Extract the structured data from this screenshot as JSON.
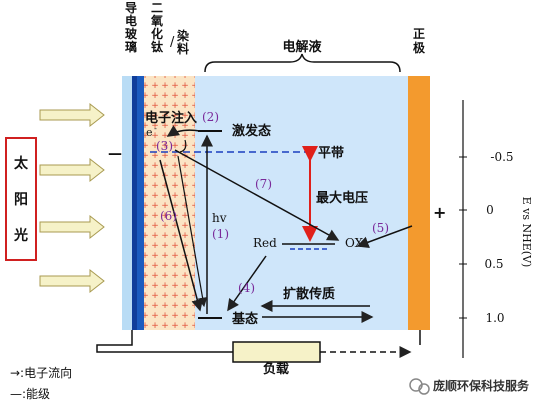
{
  "layers": {
    "glass": "导电玻璃",
    "tio2": "二氧化钛",
    "dye": "染料",
    "electrolyte": "电解液",
    "counter_electrode": "正极"
  },
  "sunlight_label": "太阳光",
  "levels": {
    "excited": "激发态",
    "flat_band": "平带",
    "ground": "基态",
    "red": "Red",
    "ox": "OX",
    "hv": "hv"
  },
  "processes": {
    "injection": "电子注入",
    "p1": "(1)",
    "p2": "(2)",
    "p3": "(3)",
    "p4": "(4)",
    "p5": "(5)",
    "p6": "(6)",
    "p7": "(7)",
    "electron": "e"
  },
  "labels": {
    "max_voltage": "最大电压",
    "diffusion": "扩散传质",
    "minus": "—",
    "plus": "+",
    "load": "负载"
  },
  "axis": {
    "title": "E vs NHE(V)",
    "ticks": [
      "-0.5",
      "0",
      "0.5",
      "1.0"
    ]
  },
  "legend": {
    "arrow": "→:电子流向",
    "line": "—:能级"
  },
  "watermark": "庞顺环保科技服务",
  "colors": {
    "electrolyte": "#cfe6fa",
    "glass": "#1a5bbf",
    "dye_bg": "#fbe4c4",
    "dye_dots": "#e0503a",
    "electrode": "#f39a2e",
    "process_label": "#7a2a9a",
    "max_voltage_arrow": "#e0201a",
    "sun_arrow": "#f6f2c8"
  }
}
